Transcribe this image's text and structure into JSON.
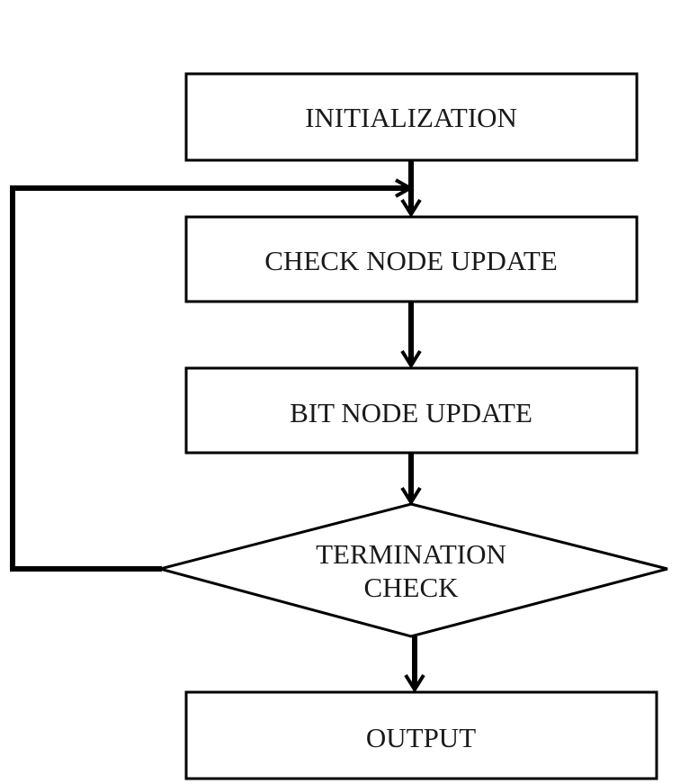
{
  "diagram": {
    "nodes": {
      "initialization": "INITIALIZATION",
      "check_node_update": "CHECK NODE UPDATE",
      "bit_node_update": "BIT NODE UPDATE",
      "termination_check_line1": "TERMINATION",
      "termination_check_line2": "CHECK",
      "output": "OUTPUT"
    },
    "colors": {
      "stroke": "#000000",
      "background": "#ffffff",
      "text": "#1a1a1a"
    }
  }
}
